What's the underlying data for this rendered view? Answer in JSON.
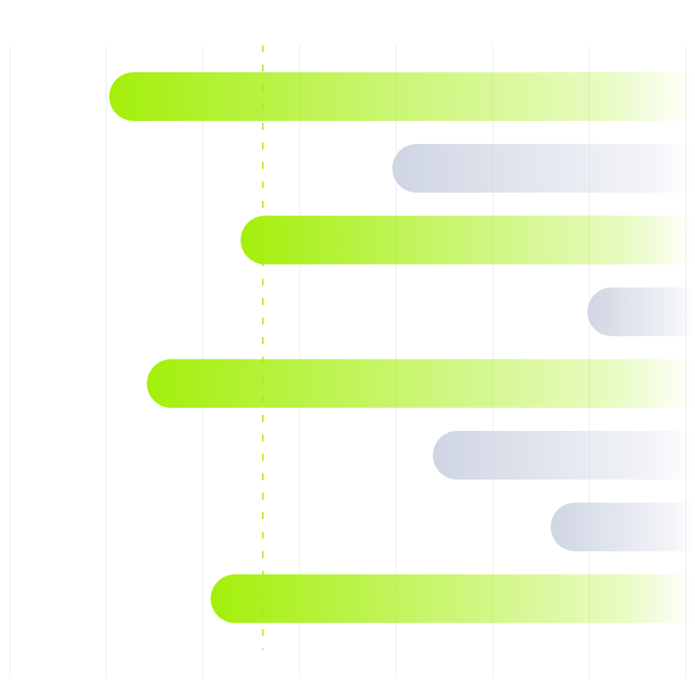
{
  "chart_data": {
    "type": "bar",
    "orientation": "horizontal",
    "title": "",
    "xlabel": "",
    "ylabel": "",
    "grid": true,
    "legend": "none",
    "x_grid_ticks": [
      0,
      1,
      2,
      3,
      4,
      5,
      6,
      7
    ],
    "xlim": [
      0,
      7.1
    ],
    "reference_line": {
      "x": 2.62,
      "style": "dashed",
      "color": "#a3ef0a"
    },
    "bars": [
      {
        "start": 1.03,
        "end": 7.1,
        "highlight": true
      },
      {
        "start": 3.96,
        "end": 7.1,
        "highlight": false
      },
      {
        "start": 2.39,
        "end": 7.1,
        "highlight": true
      },
      {
        "start": 5.98,
        "end": 7.1,
        "highlight": false
      },
      {
        "start": 1.42,
        "end": 7.1,
        "highlight": true
      },
      {
        "start": 4.38,
        "end": 7.1,
        "highlight": false
      },
      {
        "start": 5.6,
        "end": 7.1,
        "highlight": false
      },
      {
        "start": 2.08,
        "end": 7.1,
        "highlight": true
      }
    ],
    "colors": {
      "highlight": "#a3ef0a",
      "muted": "#cfd5e3",
      "grid": "#f3f4f7"
    }
  }
}
